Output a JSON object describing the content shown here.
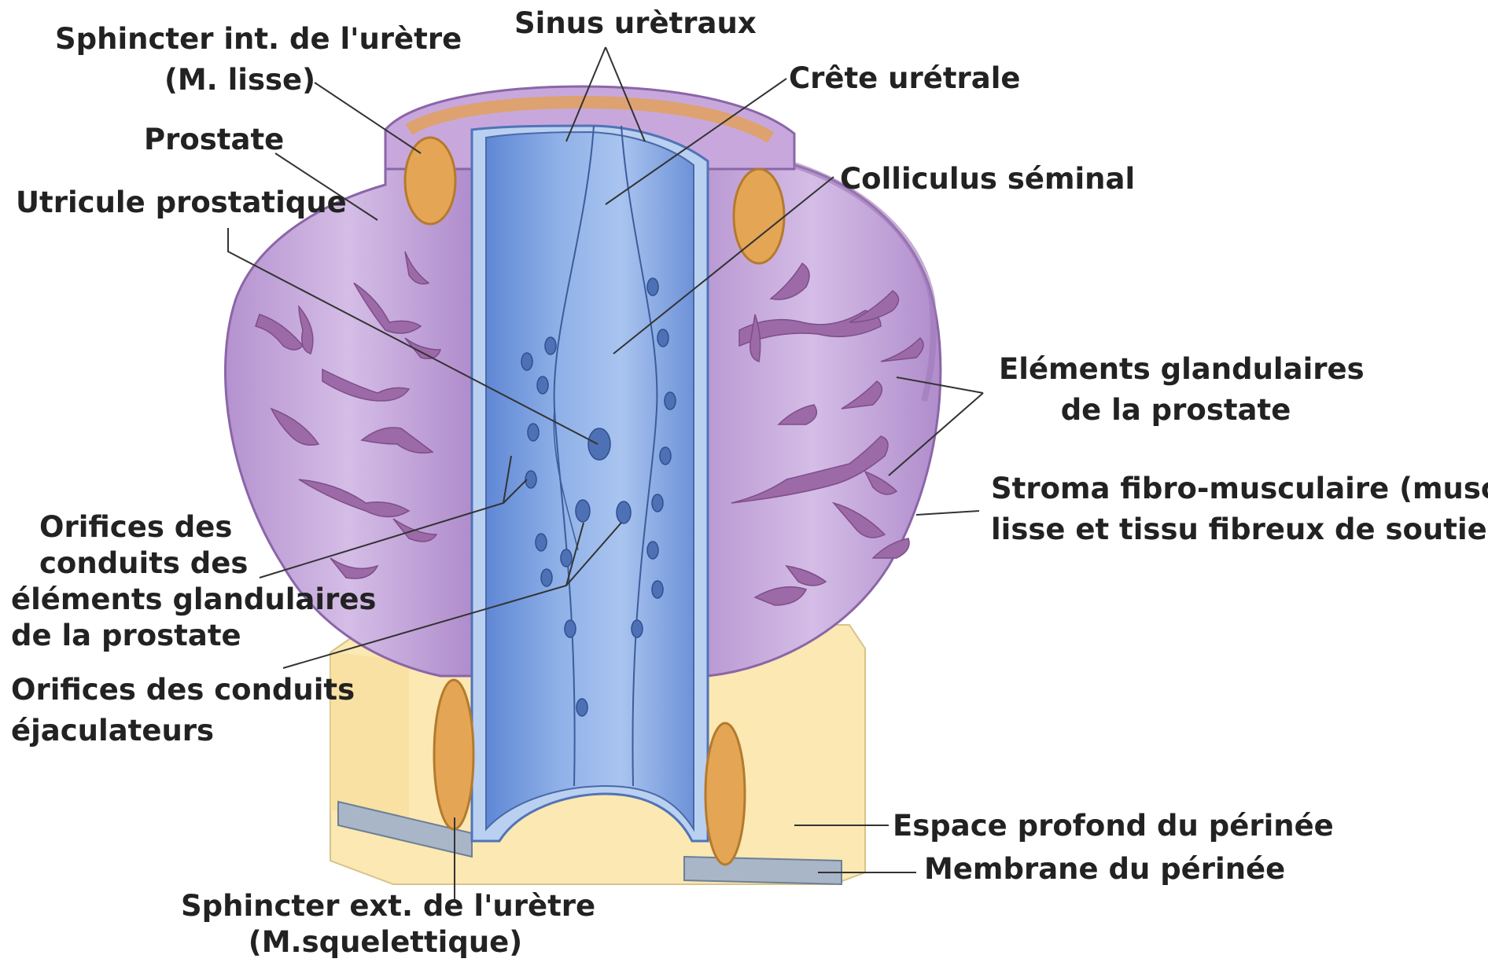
{
  "colors": {
    "prostate_tissue": "#c8a8dc",
    "prostate_dark": "#a882c2",
    "gland_elements": "#9c6aa6",
    "urethra_lumen": "#7fa3e0",
    "urethra_wall": "#b9d0f1",
    "sphincter": "#e4a654",
    "perineal_space": "#fbe8b2",
    "perineal_membrane": "#a8b6c8",
    "leader_lines": "#333333",
    "text": "#222222"
  },
  "labels": {
    "sphincter_int_line1": "Sphincter int. de l'urètre",
    "sphincter_int_line2": "(M. lisse)",
    "sinus": "Sinus urètraux",
    "crete": "Crête urétrale",
    "prostate": "Prostate",
    "colliculus": "Colliculus séminal",
    "utricule": "Utricule prostatique",
    "elements_line1": "Eléments glandulaires",
    "elements_line2": "de la prostate",
    "stroma_line1": "Stroma fibro-musculaire (muscle",
    "stroma_line2": "lisse et tissu fibreux de soutien)",
    "orifices_glands_line1": "Orifices des",
    "orifices_glands_line2": "conduits des",
    "orifices_glands_line3": "éléments glandulaires",
    "orifices_glands_line4": "de la prostate",
    "orifices_ejac_line1": "Orifices des conduits",
    "orifices_ejac_line2": "éjaculateurs",
    "espace": "Espace profond du périnée",
    "membrane": "Membrane du périnée",
    "sphincter_ext_line1": "Sphincter ext. de l'urètre",
    "sphincter_ext_line2": "(M.squelettique)"
  }
}
